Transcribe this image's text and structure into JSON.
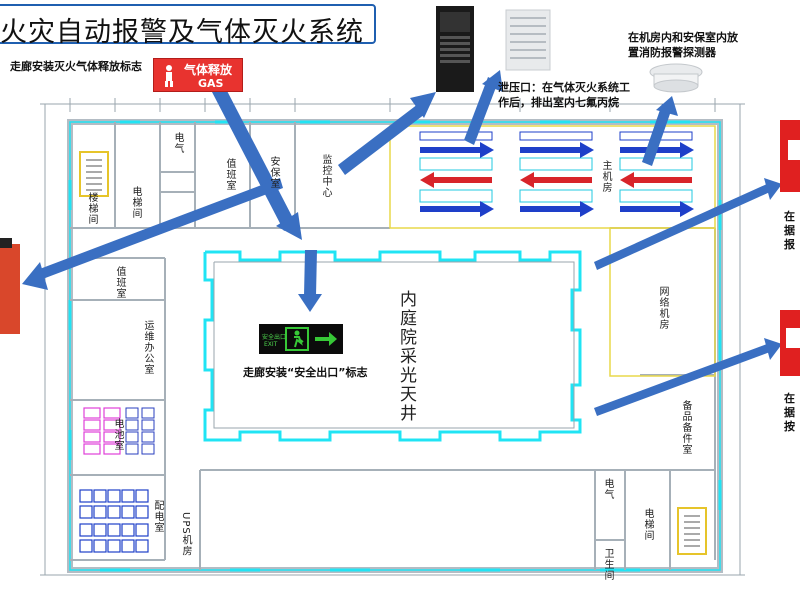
{
  "title": "火灾自动报警及气体灭火系统",
  "captions": {
    "corridor_gas_sign": "走廊安装灭火气体释放标志",
    "pressure_vent": [
      "泄压口：在气体灭火系统工",
      "作后，排出室内七氟丙烷"
    ],
    "smoke_detector": [
      "在机房内和安保室内放",
      "置消防报警探测器"
    ],
    "exit_sign": "走廊安装“安全出口”标志"
  },
  "gas_sign": {
    "top": "气体释放",
    "bottom": "GAS"
  },
  "exit_sign": {
    "line1": "安全出口",
    "line2": "EXIT"
  },
  "right_edge_text": {
    "upper": [
      "在",
      "据",
      "报"
    ],
    "lower": [
      "在",
      "据",
      "按"
    ]
  },
  "rooms": {
    "courtyard": "内庭院采光天井",
    "stair_top_left": "楼梯间",
    "elevator_top": "电梯间",
    "elec_top": "电气",
    "duty_room": "值班室",
    "security_room": "安保室",
    "monitor_center": "监控中心",
    "duty_left": "值班室",
    "office": "运维办公室",
    "battery_room": "电池室",
    "dist_room": "配电室",
    "ups_room": "UPS机房",
    "spare_room": "备品备件室",
    "elec_bottom": "电气",
    "elevator_bottom": "电梯间",
    "toilet": "卫生间",
    "main_machine_room": "主机房",
    "network_room": "网络机房"
  },
  "colors": {
    "title_border": "#1f5fb0",
    "wall": "#aab4bd",
    "cyan_wall": "#20e4f4",
    "arrow_blue": "#3a6fc2",
    "rack_blue": "#1e3fc9",
    "rack_red": "#d8242a",
    "sign_red": "#e8332f",
    "exit_green": "#37c837"
  },
  "icons": [
    "cabinet-icon",
    "vent-icon",
    "smoke-detector-icon",
    "fire-extinguisher-icon",
    "alarm-device-icon",
    "manual-alarm-icon",
    "running-man-icon",
    "exit-arrow-icon"
  ]
}
